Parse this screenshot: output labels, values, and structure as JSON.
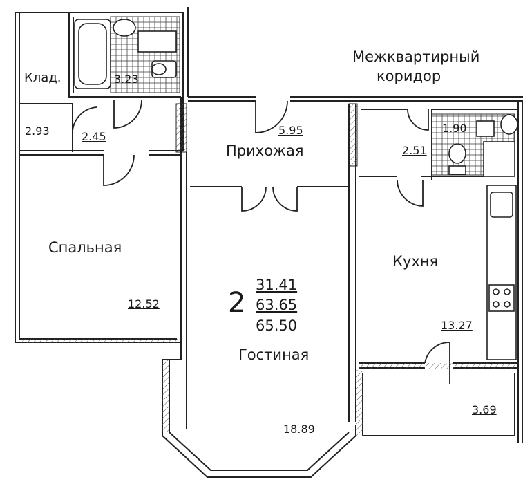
{
  "corridor": {
    "line1": "Межквартирный",
    "line2": "коридор"
  },
  "rooms": {
    "storage": {
      "label": "Клад.",
      "area": "2.93"
    },
    "bathroom": {
      "area": "3.23"
    },
    "hall_small": {
      "area": "2.45"
    },
    "hallway": {
      "label": "Прихожая",
      "area": "5.95"
    },
    "wc": {
      "area": "1.90"
    },
    "wc_hall": {
      "area": "2.51"
    },
    "bedroom": {
      "label": "Спальная",
      "area": "12.52"
    },
    "kitchen": {
      "label": "Кухня",
      "area": "13.27"
    },
    "living": {
      "label": "Гостиная",
      "area": "18.89"
    },
    "balcony": {
      "area": "3.69"
    }
  },
  "apartment": {
    "rooms_count": "2",
    "living_area": "31.41",
    "total_area": "63.65",
    "total_with_balcony": "65.50"
  }
}
